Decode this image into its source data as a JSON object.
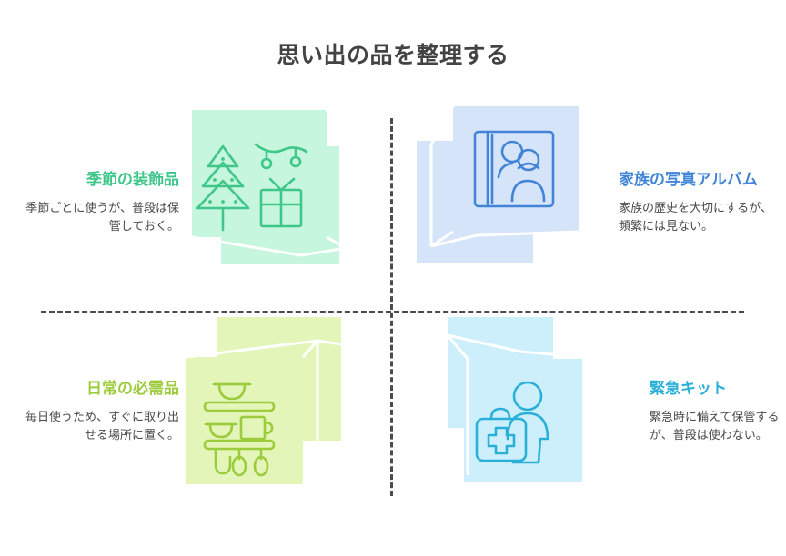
{
  "title": "思い出の品を整理する",
  "colors": {
    "title_text": "#434343",
    "body_text": "#4a4a4a",
    "divider": "#4a4a4f",
    "green_accent": "#3fc78a",
    "green_fill": "#c6f6dd",
    "blue_accent": "#4285d6",
    "blue_fill": "#d6e4fa",
    "lime_accent": "#9ccc3c",
    "lime_fill": "#e3f5b8",
    "cyan_accent": "#2aafd9",
    "cyan_fill": "#cdeffb"
  },
  "quadrants": [
    {
      "id": "top-left",
      "heading": "季節の装飾品",
      "body": "季節ごとに使うが、普段は保管しておく。",
      "icon": "christmas-tree-decorations-icon",
      "accent": "#3fc78a",
      "fill": "#c6f6dd"
    },
    {
      "id": "top-right",
      "heading": "家族の写真アルバム",
      "body": "家族の歴史を大切にするが、頻繁には見ない。",
      "icon": "photo-album-icon",
      "accent": "#4285d6",
      "fill": "#d6e4fa"
    },
    {
      "id": "bottom-left",
      "heading": "日常の必需品",
      "body": "毎日使うため、すぐに取り出せる場所に置く。",
      "icon": "kitchen-shelf-icon",
      "accent": "#9ccc3c",
      "fill": "#e3f5b8"
    },
    {
      "id": "bottom-right",
      "heading": "緊急キット",
      "body": "緊急時に備えて保管するが、普段は使わない。",
      "icon": "first-aid-kit-person-icon",
      "accent": "#2aafd9",
      "fill": "#cdeffb"
    }
  ]
}
